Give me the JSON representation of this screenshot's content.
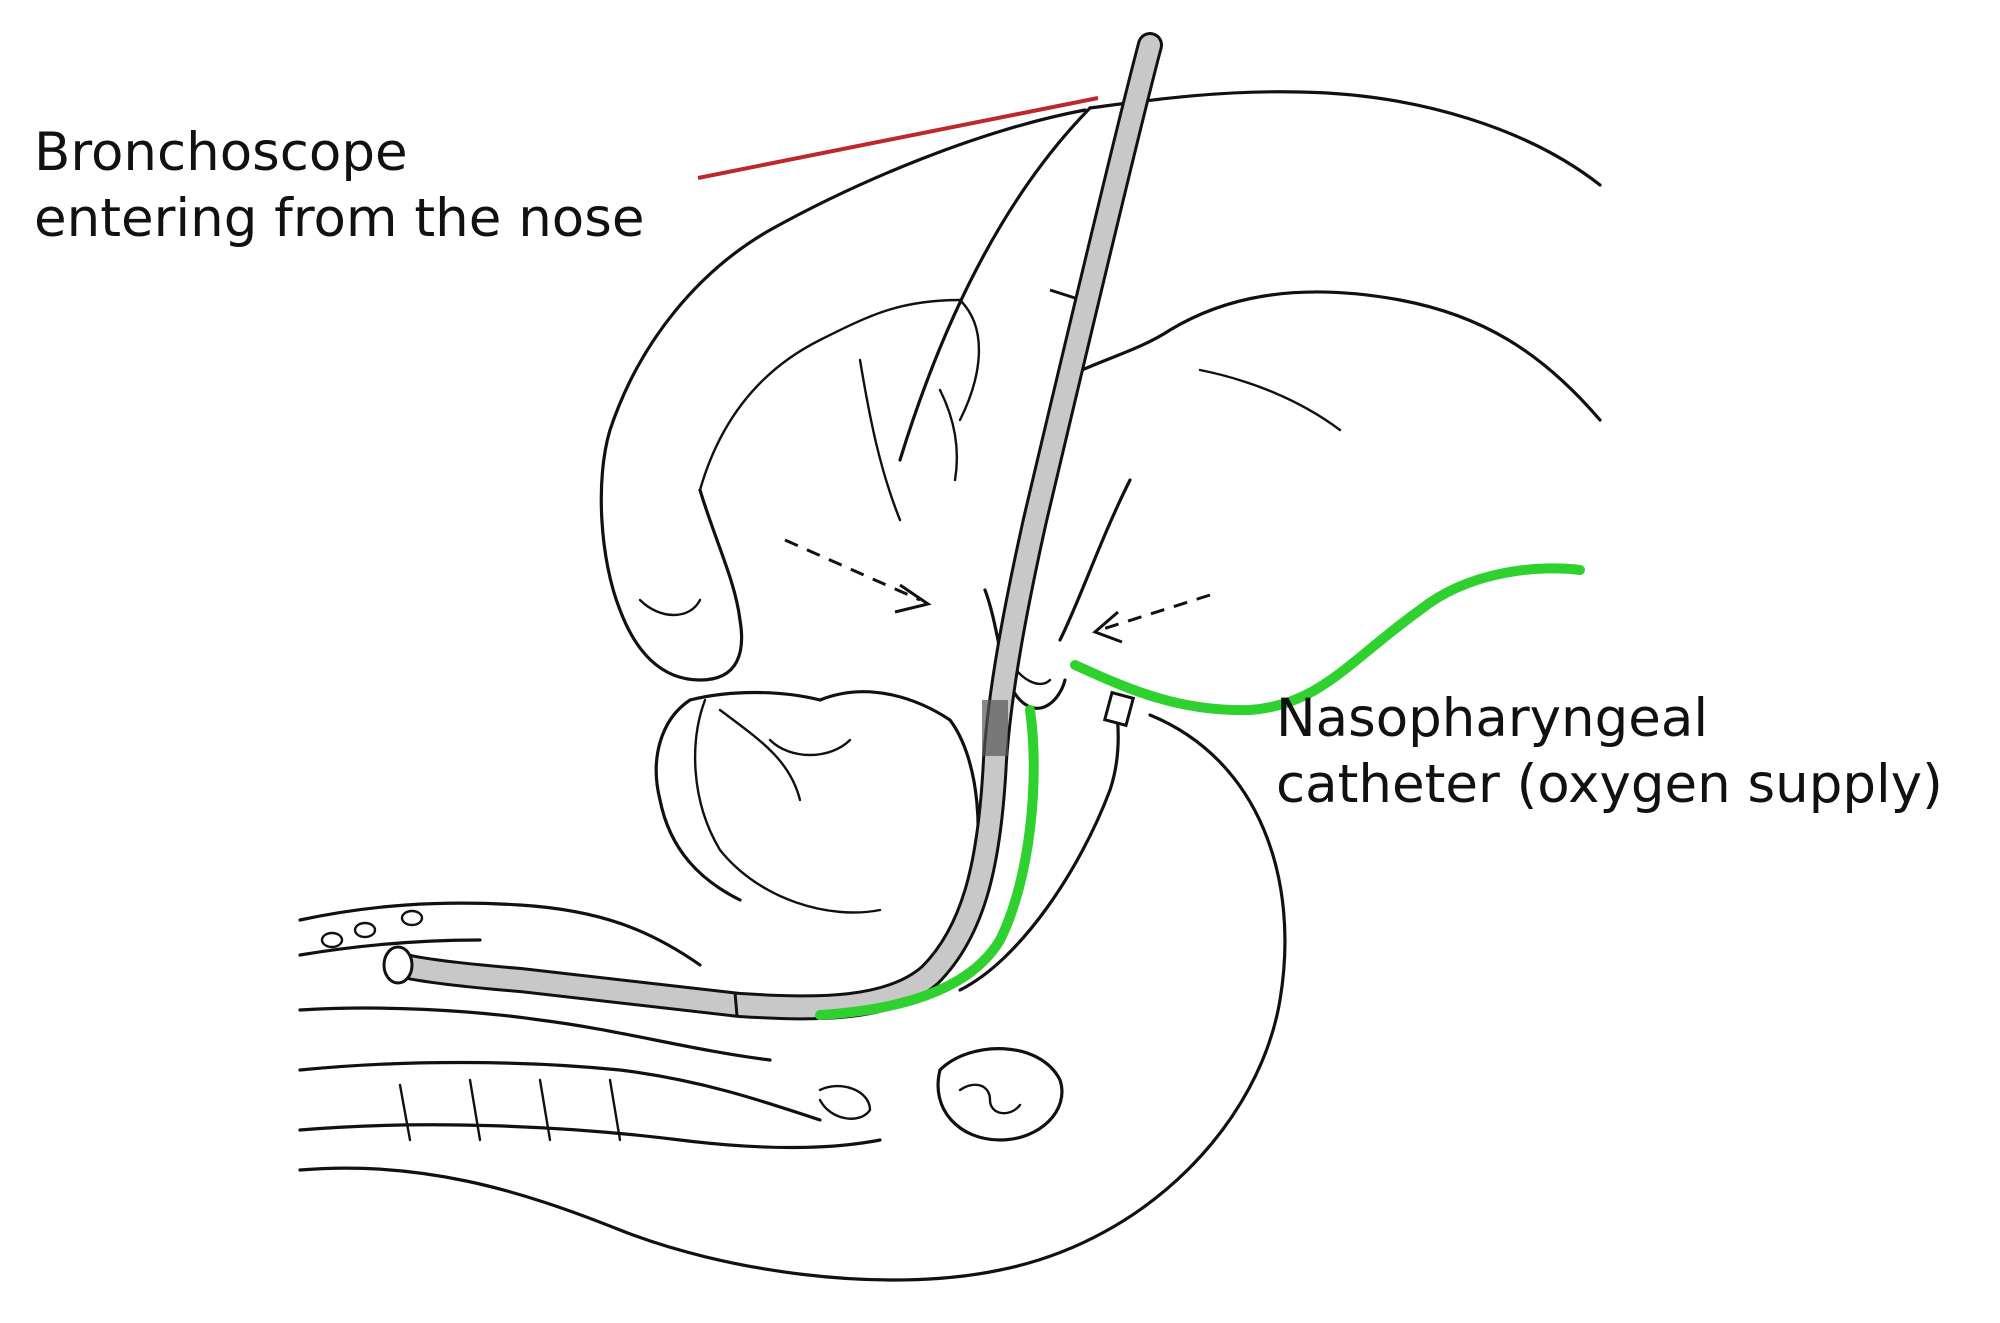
{
  "labels": {
    "bronchoscope": [
      "Bronchoscope",
      "entering from the nose"
    ],
    "catheter": [
      "Nasopharyngeal",
      "catheter (oxygen supply)"
    ]
  },
  "colors": {
    "bronchoscope_pointer": "#c0272d",
    "catheter": "#2fd12f",
    "bronchoscope_fill": "#c8c8c8",
    "ink": "#111111"
  }
}
